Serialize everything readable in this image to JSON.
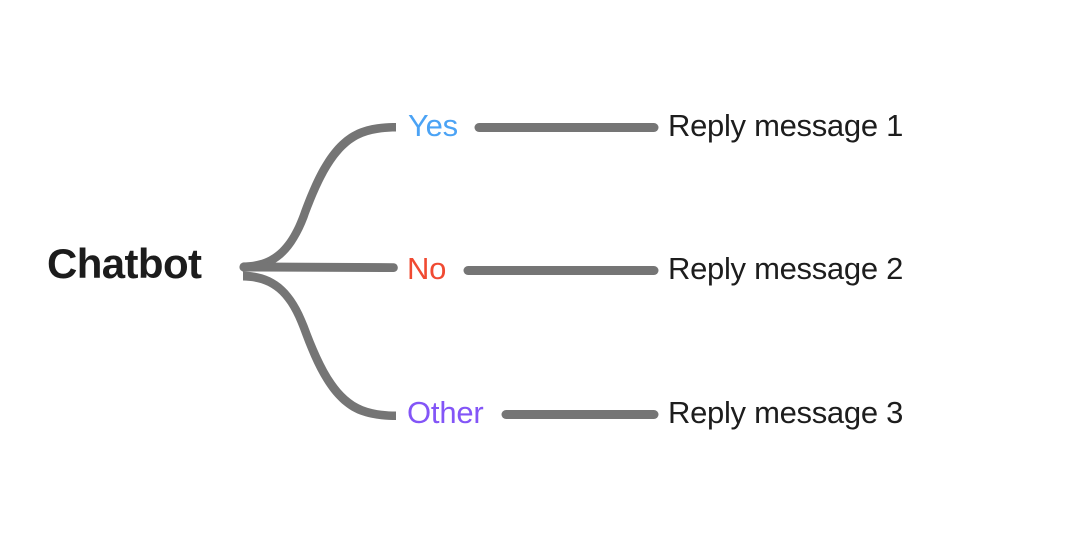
{
  "diagram": {
    "type": "decision-tree",
    "root": {
      "label": "Chatbot"
    },
    "branches": [
      {
        "condition": "Yes",
        "condition_color": "#4ba3f5",
        "reply": "Reply message 1"
      },
      {
        "condition": "No",
        "condition_color": "#f04a32",
        "reply": "Reply message 2"
      },
      {
        "condition": "Other",
        "condition_color": "#8355f7",
        "reply": "Reply message 3"
      }
    ],
    "colors": {
      "background": "#ffffff",
      "connector": "#757575",
      "root_text": "#1c1c1c",
      "reply_text": "#1d1d1d"
    }
  }
}
